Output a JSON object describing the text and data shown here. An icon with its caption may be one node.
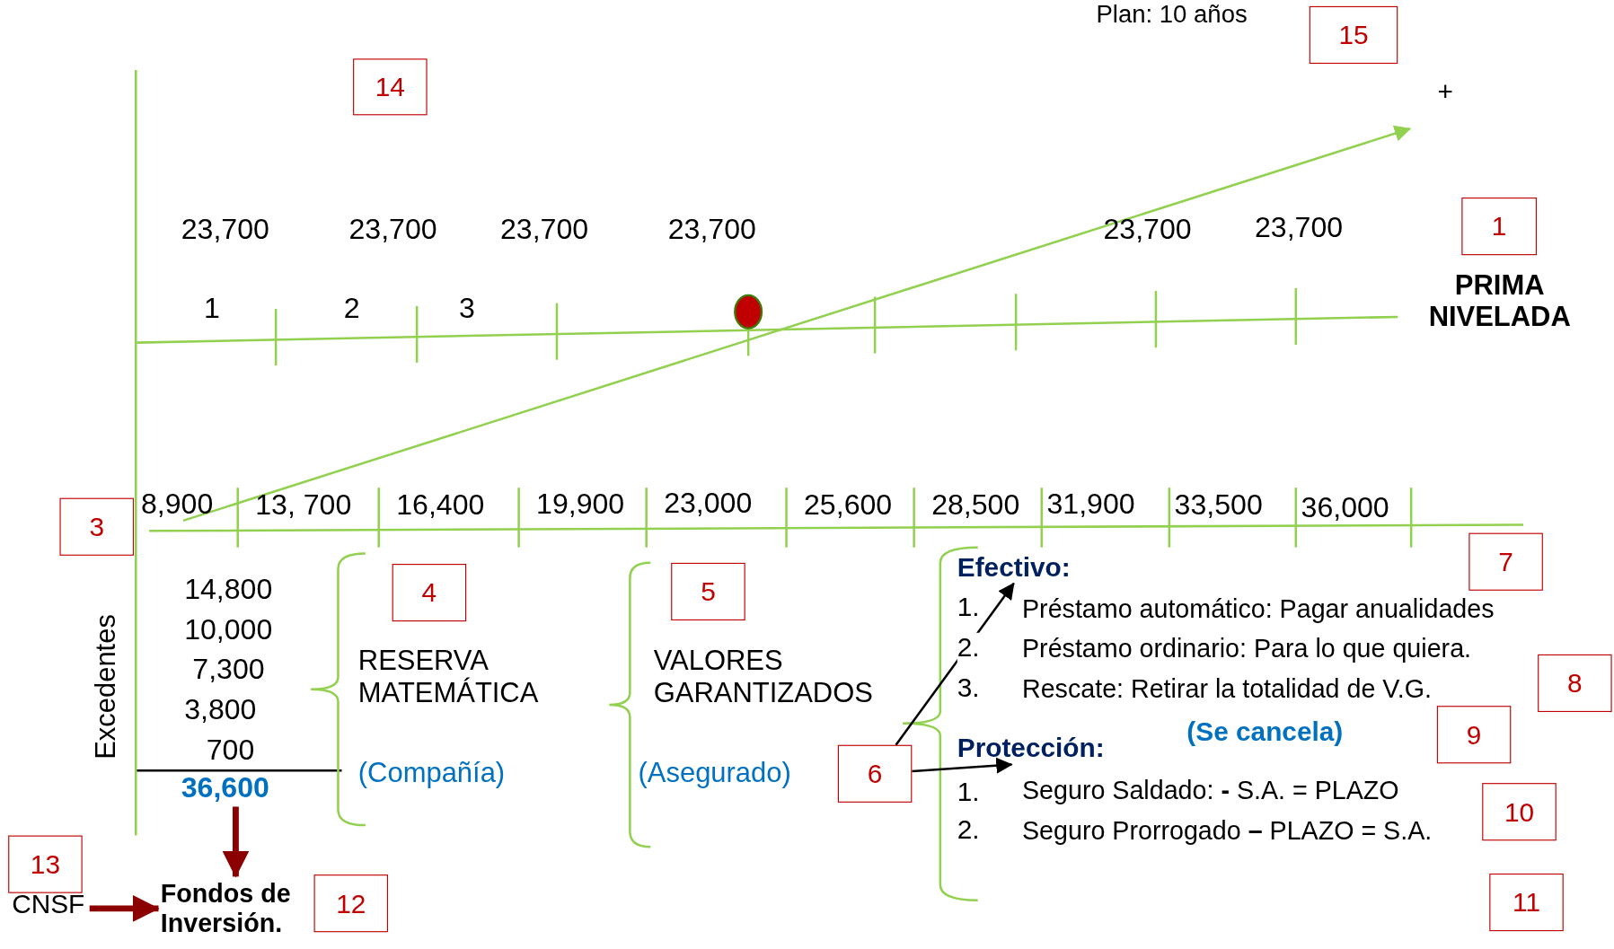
{
  "diagram": {
    "title": "Plan: 10 años",
    "nodes": [
      {
        "text": [
          "14"
        ]
      },
      {
        "text": [
          "15"
        ]
      },
      {
        "text": [
          "1"
        ]
      },
      {
        "text": [
          "3"
        ]
      },
      {
        "text": [
          "4"
        ]
      },
      {
        "text": [
          "5"
        ]
      },
      {
        "text": [
          "7"
        ]
      },
      {
        "text": [
          "Efectivo:"
        ]
      },
      {
        "text": [
          "8"
        ]
      },
      {
        "text": [
          "9"
        ]
      },
      {
        "text": [
          "Protección:"
        ]
      },
      {
        "text": [
          "6"
        ]
      },
      {
        "text": [
          "10"
        ]
      },
      {
        "text": [
          "11"
        ]
      },
      {
        "text": [
          "36,600"
        ]
      },
      {
        "text": [
          "13"
        ]
      },
      {
        "text": [
          "CNSF"
        ]
      },
      {
        "text": [
          "Fondos de Inversión."
        ]
      },
      {
        "text": [
          "12"
        ]
      }
    ],
    "edges": [
      {
        "from": 11,
        "to": 7,
        "arrow": "to"
      },
      {
        "from": 11,
        "to": 10,
        "arrow": "to"
      },
      {
        "from": 14,
        "to": 17,
        "arrow": "to",
        "style": "thick",
        "color": "#8b0000"
      },
      {
        "from": 16,
        "to": 17,
        "arrow": "to",
        "style": "thick",
        "color": "#8b0000"
      }
    ],
    "labels": [
      "+",
      "23,700",
      "23,700",
      "23,700",
      "23,700",
      "23,700",
      "23,700",
      "1",
      "2",
      "3",
      "PRIMA NIVELADA",
      "8,900",
      "13, 700",
      "16,400",
      "19,900",
      "23,000",
      "25,600",
      "28,500",
      "31,900",
      "33,500",
      "36,000",
      "14,800",
      "10,000",
      "7,300",
      "3,800",
      "700",
      "Excedentes",
      "RESERVA MATEMÁTICA",
      "(Compañía)",
      "VALORES GARANTIZADOS",
      "(Asegurado)",
      "1.",
      "Préstamo automático: Pagar anualidades",
      "2.",
      "Préstamo ordinario: Para lo que quiera.",
      "3.",
      "Rescate: Retirar la totalidad de V.G.",
      "(Se cancela)",
      "1.",
      "Seguro Saldado: **-** S.A. = PLAZO",
      "2.",
      "Seguro Prorrogado **–** PLAZO = S.A."
    ]
  }
}
